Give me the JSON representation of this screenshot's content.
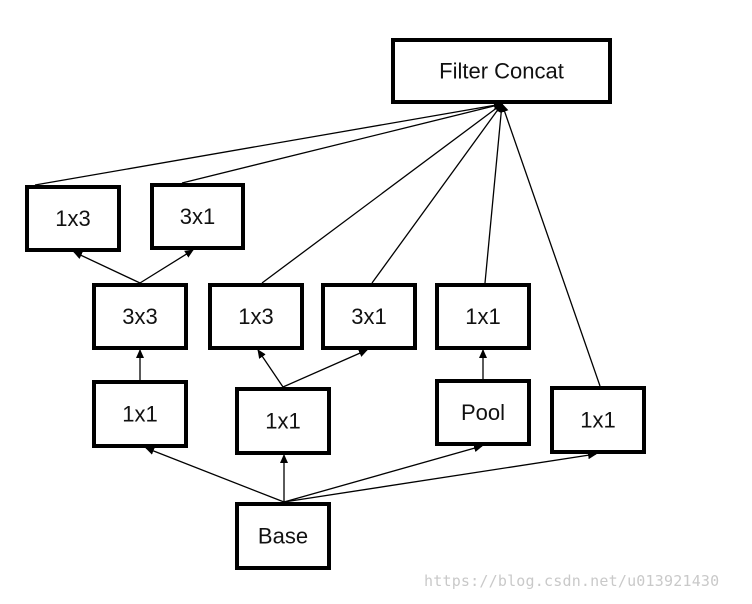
{
  "diagram": {
    "nodes": {
      "filter_concat": "Filter Concat",
      "left_1x3": "1x3",
      "left_3x1": "3x1",
      "left_3x3": "3x3",
      "left_1x1": "1x1",
      "mid_1x3": "1x3",
      "mid_3x1": "3x1",
      "mid_1x1": "1x1",
      "pool_1x1": "1x1",
      "pool": "Pool",
      "right_1x1": "1x1",
      "base": "Base"
    },
    "edges": [
      [
        "base",
        "left_1x1"
      ],
      [
        "base",
        "mid_1x1"
      ],
      [
        "base",
        "pool"
      ],
      [
        "base",
        "right_1x1"
      ],
      [
        "left_1x1",
        "left_3x3"
      ],
      [
        "left_3x3",
        "left_1x3"
      ],
      [
        "left_3x3",
        "left_3x1"
      ],
      [
        "mid_1x1",
        "mid_1x3"
      ],
      [
        "mid_1x1",
        "mid_3x1"
      ],
      [
        "pool",
        "pool_1x1"
      ],
      [
        "left_1x3",
        "filter_concat"
      ],
      [
        "left_3x1",
        "filter_concat"
      ],
      [
        "mid_1x3",
        "filter_concat"
      ],
      [
        "mid_3x1",
        "filter_concat"
      ],
      [
        "pool_1x1",
        "filter_concat"
      ],
      [
        "right_1x1",
        "filter_concat"
      ]
    ]
  },
  "watermark": "https://blog.csdn.net/u013921430"
}
